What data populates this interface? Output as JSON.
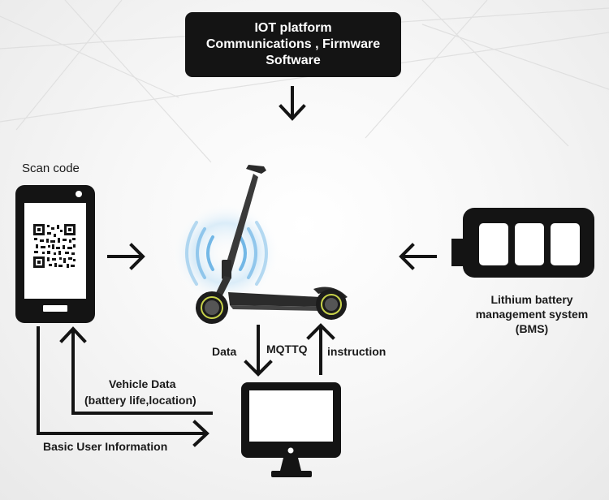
{
  "iot_box": {
    "line1": "IOT platform",
    "line2": "Communications , Firmware",
    "line3": "Software"
  },
  "labels": {
    "scan_code": "Scan code",
    "data": "Data",
    "mqttq": "MQTTQ",
    "instruction": "instruction",
    "vehicle_data_line1": "Vehicle Data",
    "vehicle_data_line2": "(battery life,location)",
    "basic_user_info": "Basic User Information",
    "bms_line1": "Lithium battery",
    "bms_line2": "management system",
    "bms_line3": "(BMS)"
  },
  "icons": {
    "phone": "smartphone-icon",
    "qr": "qr-code-icon",
    "scooter": "electric-scooter-icon",
    "signal": "wireless-signal-icon",
    "battery": "battery-icon",
    "monitor": "desktop-monitor-icon"
  },
  "colors": {
    "dark": "#141414",
    "signal_blue": "#4aa3e0",
    "wheel_rim": "#c8d24a"
  }
}
